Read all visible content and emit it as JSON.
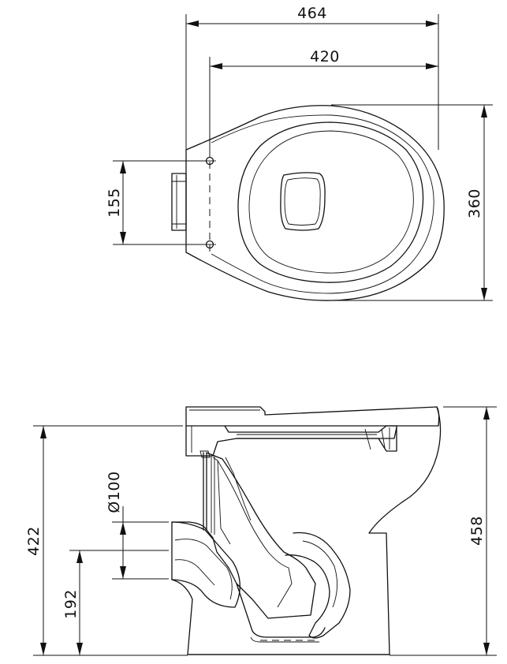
{
  "dimensions": {
    "top_width_overall": "464",
    "top_width_bowl": "420",
    "top_depth": "360",
    "bolt_spacing": "155",
    "side_height_seat": "458",
    "side_height_rim": "422",
    "outlet_diameter": "Ø100",
    "outlet_height": "192"
  }
}
